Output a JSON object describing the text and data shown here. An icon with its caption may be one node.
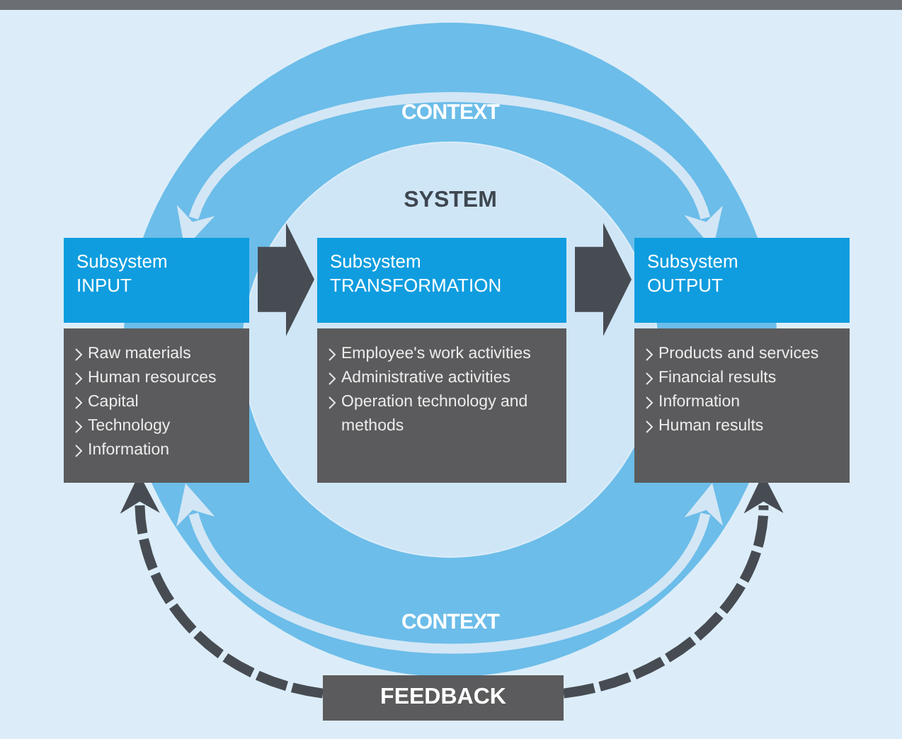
{
  "diagram": {
    "nodes": [
      {
        "text": [
          "Subsystem INPUT",
          "Raw materials",
          "Human resources",
          "Capital",
          "Technology",
          "Information"
        ]
      },
      {
        "text": [
          "Subsystem TRANSFORMATION",
          "Employee's work activities",
          "Administrative activities",
          "Operation technology and methods"
        ]
      },
      {
        "text": [
          "Subsystem OUTPUT",
          "Products and services",
          "Financial results",
          "Information",
          "Human results"
        ]
      },
      {
        "text": [
          "FEEDBACK"
        ]
      }
    ],
    "edges": [
      {
        "from": 0,
        "to": 1,
        "arrow": "to",
        "style": "thick"
      },
      {
        "from": 1,
        "to": 2,
        "arrow": "to",
        "style": "thick"
      },
      {
        "from": 0,
        "to": 2,
        "arrow": "both",
        "label": "CONTEXT",
        "color": "#d3e6f5"
      },
      {
        "from": 0,
        "to": 2,
        "arrow": "both",
        "label": "CONTEXT",
        "color": "#d3e6f5"
      },
      {
        "from": 3,
        "to": 0,
        "arrow": "to",
        "style": "dashed"
      },
      {
        "from": 3,
        "to": 2,
        "arrow": "to",
        "style": "dashed"
      }
    ],
    "labels": [
      "SYSTEM"
    ]
  }
}
